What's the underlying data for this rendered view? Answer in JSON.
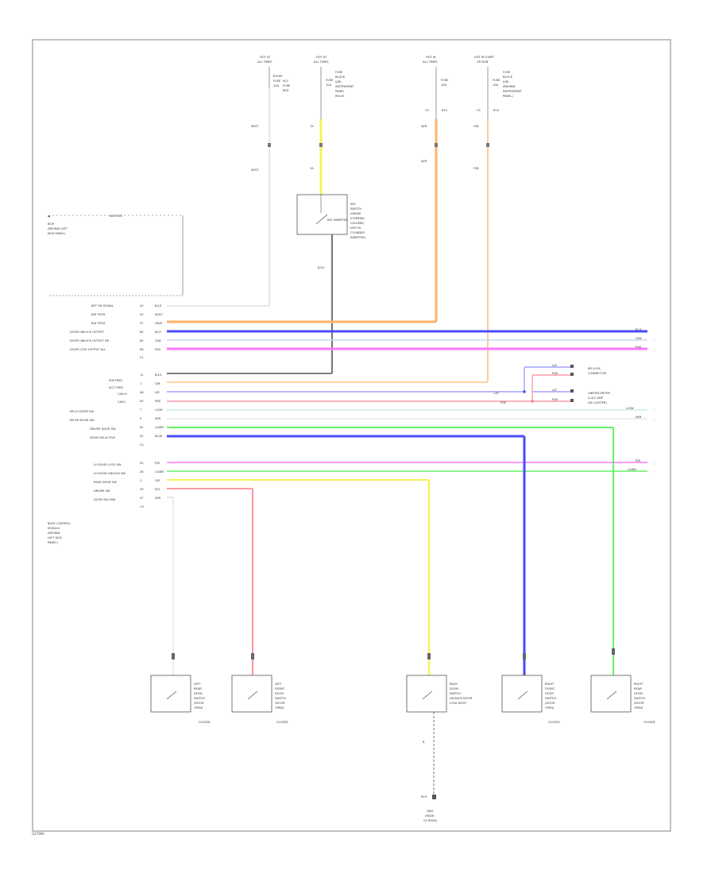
{
  "footer_code": "G47896",
  "top_sources": {
    "s1": {
      "label1": "HOT AT",
      "label2": "ALL TIMES",
      "fuse": [
        "ROOM",
        "FUSE",
        "10A"
      ],
      "desc": [
        "ACC",
        "FUSE",
        "BOX"
      ]
    },
    "s2": {
      "label1": "HOT AT",
      "label2": "ALL TIMES",
      "fuse": [
        "FUSE",
        "10A"
      ],
      "desc": [
        "FUSE",
        "BLOCK",
        "(J/B)",
        "INSTRUMENT",
        "PANEL",
        "RELAY"
      ]
    },
    "s3": {
      "label1": "HOT IN",
      "label2": "ALL TIMES",
      "fuse": [
        "FUSE",
        "10A"
      ],
      "desc": []
    },
    "s4": {
      "label1": "HOT IN START",
      "label2": "OR RUN",
      "fuse": [
        "FUSE",
        "10A"
      ],
      "desc": [
        "FUSE",
        "BLOCK",
        "(J/B)",
        "(BEHIND",
        "INSTRUMENT",
        "PANEL)"
      ]
    }
  },
  "wire_labels": {
    "s1_top": "W/GT",
    "s1_bot": "W/GT",
    "s2_top": "Y/L",
    "s2_bot": "Y/L",
    "s3_top": "W/R",
    "s3_bot": "W/R",
    "s4_top": "O/B",
    "s4_bot": "O/B",
    "switch_out": "B/LG"
  },
  "key_switch": {
    "desc": [
      "KEY",
      "SWITCH",
      "(INSIDE",
      "STEERING",
      "COLUMN)",
      "(KEY IN",
      "CYLINDER",
      "INSERTED)"
    ],
    "label": "KEY INSERTED"
  },
  "bcm_label": [
    "BCM",
    "(BEHIND LEFT",
    "KICK PANEL)"
  ],
  "bcm_arrow_label": "BCM SEE",
  "connector_group1": [
    {
      "pin": "40",
      "name": "KEY ON SIGNAL",
      "color": "B/LG"
    },
    {
      "pin": "52",
      "name": "BAT FEED",
      "color": "W/GT"
    },
    {
      "pin": "57",
      "name": "BAT FEED",
      "color": "GR/R"
    },
    {
      "pin": "60",
      "name": "DOOR UNLOCK OUTPUT",
      "color": "BL/Y"
    },
    {
      "pin": "65",
      "name": "DOOR UNLOCK OUTPUT DR",
      "color": "G/W"
    },
    {
      "pin": "66",
      "name": "DOOR LOCK OUTPUT ALL",
      "color": "P/W"
    },
    {
      "pin": "",
      "name": "",
      "color": "C1"
    }
  ],
  "connector_group2": [
    {
      "pin": "11",
      "name": "IGN FEED",
      "color": "B/LG"
    },
    {
      "pin": "1",
      "name": "ACC FEED",
      "color": "O/B"
    },
    {
      "pin": "46",
      "name": "CAN H",
      "color": "L/R"
    },
    {
      "pin": "45",
      "name": "CAN L",
      "color": "P/W"
    },
    {
      "pin": "7",
      "name": "RR LH DOOR SW",
      "color": "LG/W"
    },
    {
      "pin": "9",
      "name": "RR RH DOOR SW",
      "color": "W/R"
    },
    {
      "pin": "62",
      "name": "DRIVER DOOR SW",
      "color": "LG/BR"
    },
    {
      "pin": "42",
      "name": "DOOR SW ACTIVE",
      "color": "BL/W"
    },
    {
      "pin": "",
      "name": "",
      "color": "C2"
    }
  ],
  "connector_group3": [
    {
      "pin": "55",
      "name": "LH DOOR LOCK SW",
      "color": "P/B"
    },
    {
      "pin": "28",
      "name": "LH DOOR UNLOCK SW",
      "color": "LG/BR"
    },
    {
      "pin": "2",
      "name": "REAR DOOR SW",
      "color": "Y/B"
    },
    {
      "pin": "29",
      "name": "DRIVER SW",
      "color": "R/G"
    },
    {
      "pin": "47",
      "name": "DOOR SW GND",
      "color": "W/R"
    },
    {
      "pin": "",
      "name": "",
      "color": "C3"
    }
  ],
  "right_labels": {
    "r1": [
      "RR LOCK",
      "CONNECTOR"
    ],
    "r2": [
      "UNIFIED METER",
      "& A/C AMP",
      "(IN CLUSTER)"
    ],
    "w_lr": "L/R",
    "w_pw": "P/W",
    "w_lr2": "L/R",
    "w_pw2": "P/W",
    "side_a": "LG/W",
    "side_b": "W/R",
    "side_c": "LG/BR",
    "side_d": "P/B",
    "side_e": "BL/Y",
    "side_f": "G/W",
    "side_g": "P/W"
  },
  "lower_switch_desc": {
    "left_label": [
      "BODY CONTROL",
      "MODULE",
      "(BEHIND",
      "LEFT KICK",
      "PANEL)"
    ],
    "sw1": [
      "LEFT",
      "REAR",
      "DOOR",
      "SWITCH",
      "(DOOR",
      "OPEN)",
      "",
      "CLOSED"
    ],
    "sw2": [
      "LEFT",
      "FRONT",
      "DOOR",
      "SWITCH",
      "(DOOR",
      "OPEN)",
      "",
      "CLOSED"
    ],
    "sw3": [
      "BACK",
      "DOOR",
      "SWITCH",
      "(IN BACK DOOR",
      "LOCK ASSY)"
    ],
    "sw4": [
      "RIGHT",
      "FRONT",
      "DOOR",
      "SWITCH",
      "(DOOR",
      "OPEN)",
      "",
      "CLOSED"
    ],
    "sw5": [
      "RIGHT",
      "REAR",
      "DOOR",
      "SWITCH",
      "(DOOR",
      "OPEN)",
      "",
      "CLOSED"
    ]
  },
  "ground": {
    "label": [
      "GND",
      "(REAR",
      "OF BODY)"
    ],
    "wire": "B",
    "code": "B19"
  },
  "colors": {
    "frame": "#999999",
    "black": "#555555",
    "yellow": "#f5f25a",
    "orange": "#ffb36a",
    "blue": "#4a4aff",
    "pink": "#ff77ff",
    "green": "#66f066",
    "red": "#ff7a86",
    "lightblue": "#c8d8f0",
    "palegreen": "#c8f0d8",
    "lightgray": "#cccccc"
  }
}
